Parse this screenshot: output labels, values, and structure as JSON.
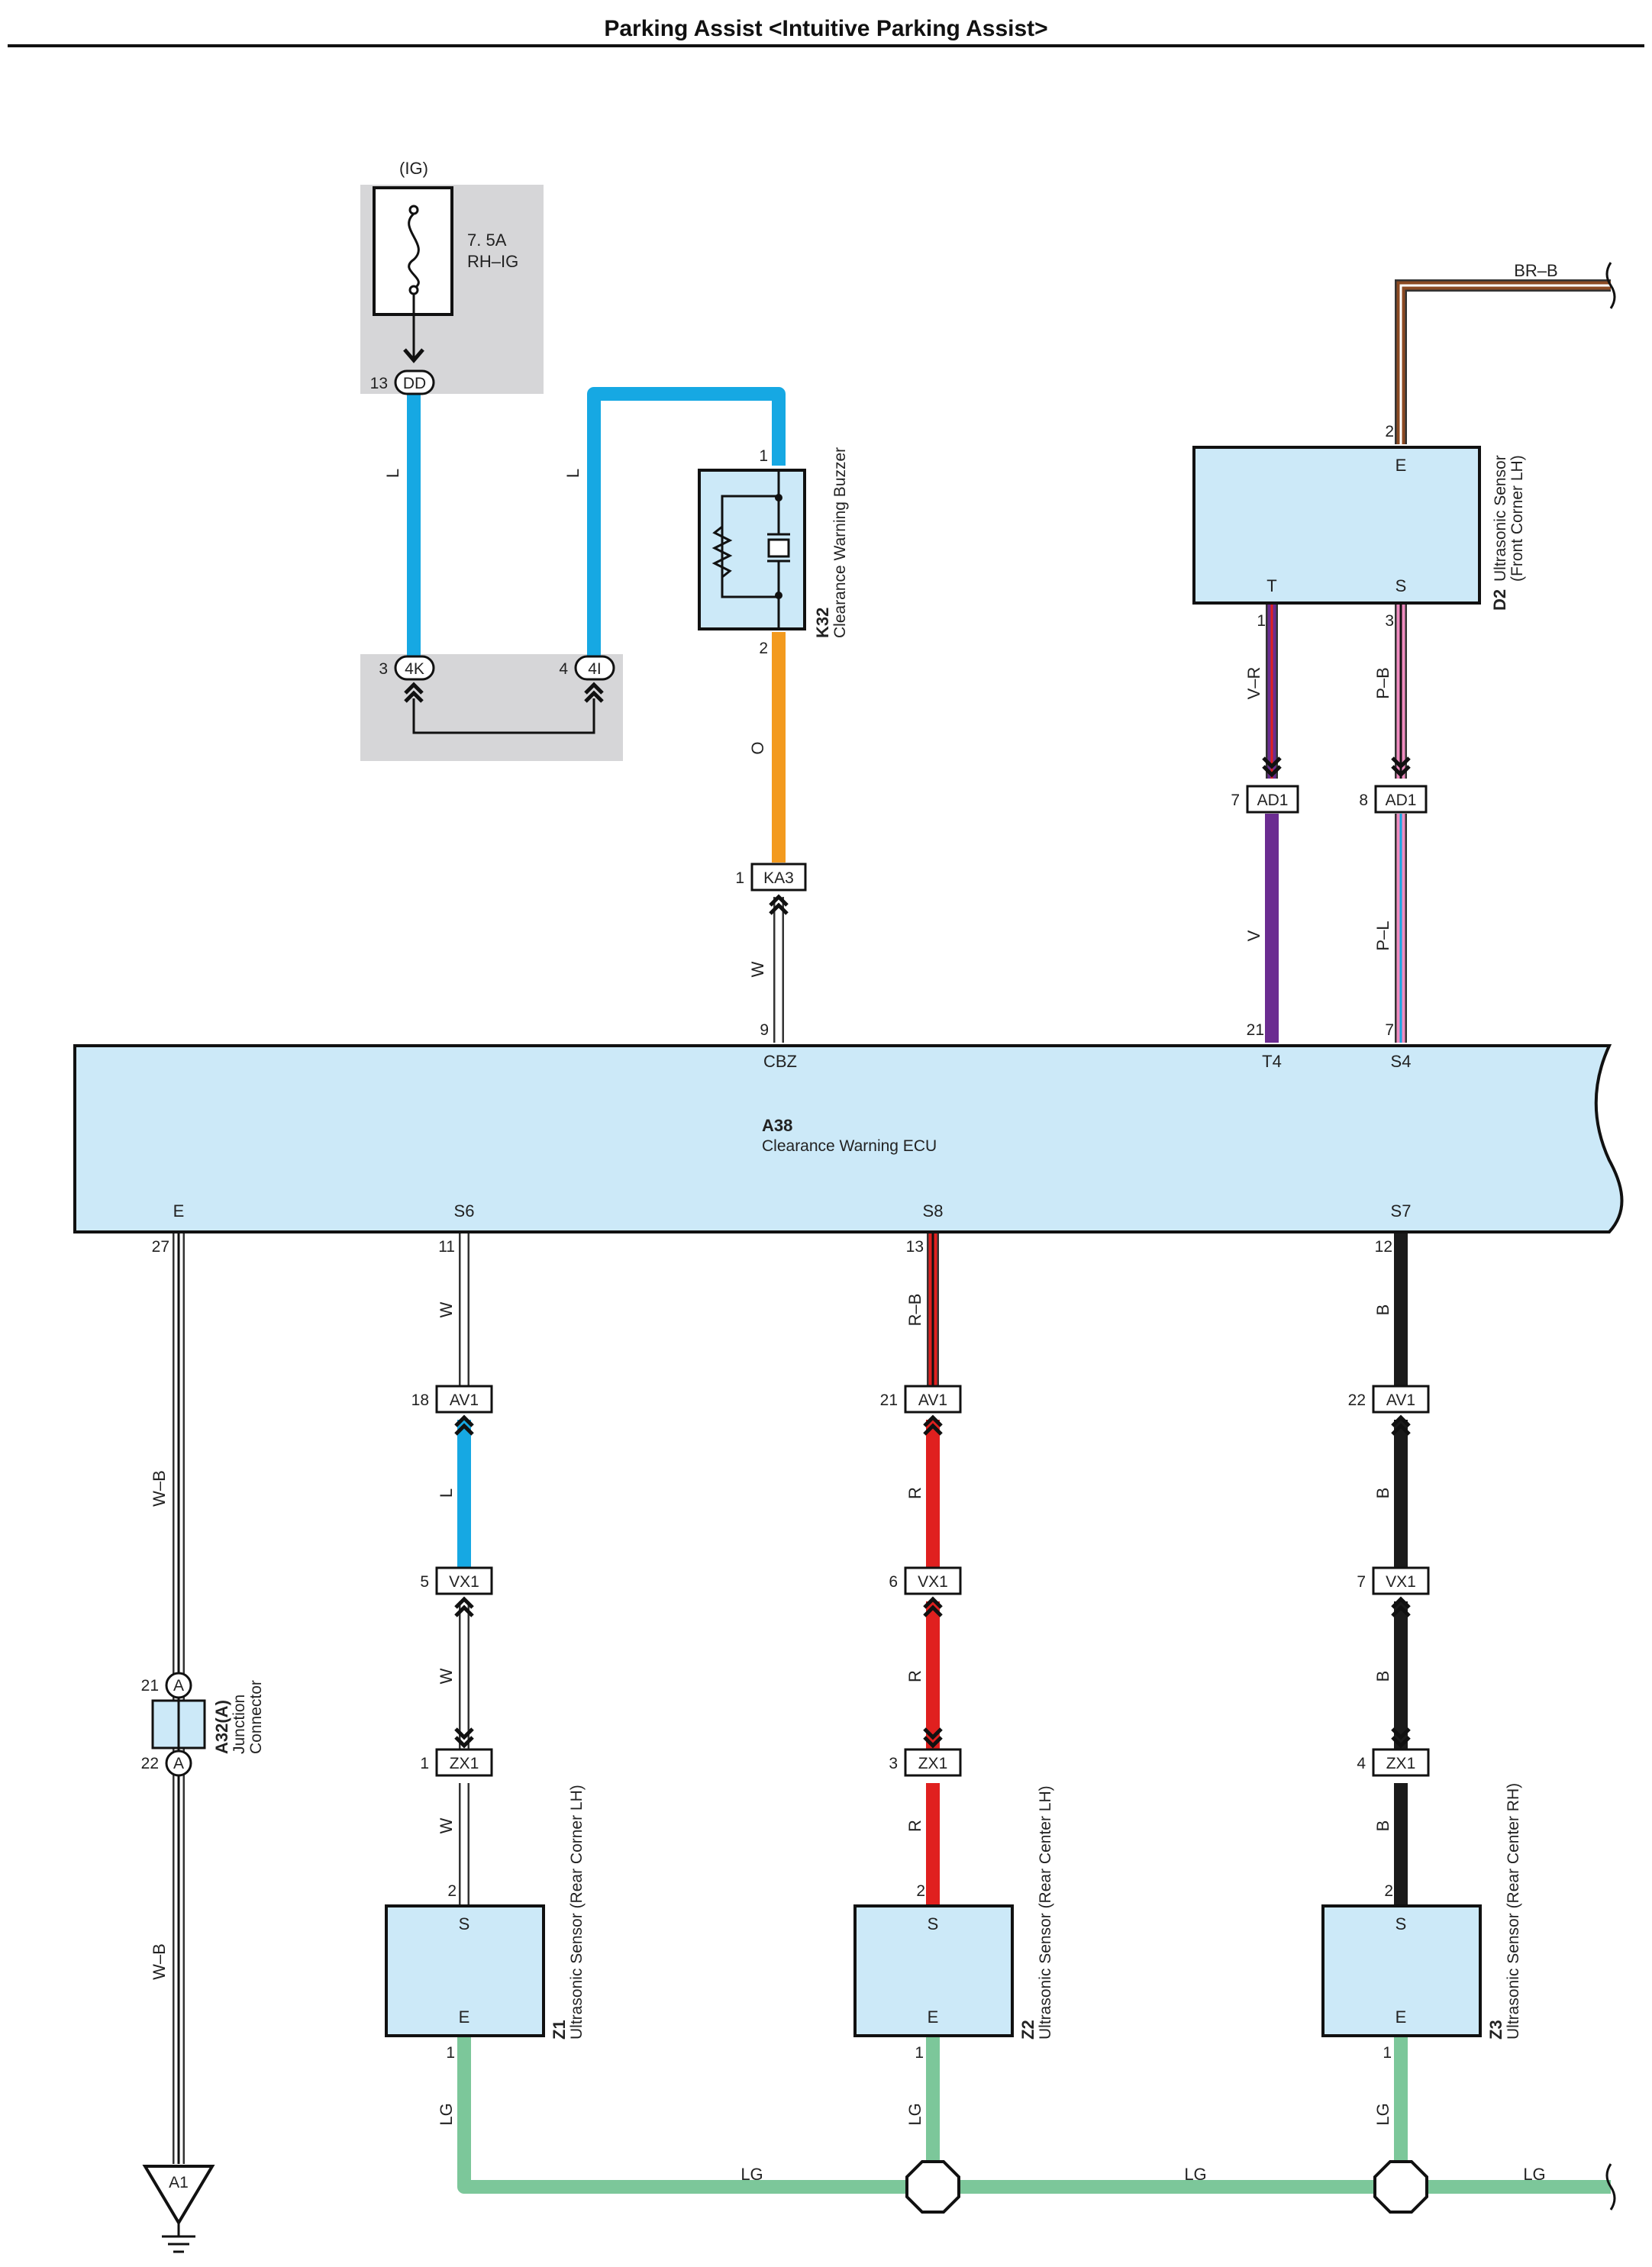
{
  "title": "Parking Assist <Intuitive Parking Assist>",
  "fuse": {
    "supply": "(IG)",
    "rating": "7. 5A",
    "name": "RH–IG"
  },
  "connectors": {
    "dd": {
      "code": "DD",
      "pin": "13"
    },
    "k4": {
      "code": "4K",
      "pin": "3"
    },
    "i4": {
      "code": "4I",
      "pin": "4"
    },
    "ka3": {
      "code": "KA3",
      "pin": "1"
    },
    "ad1_t": {
      "code": "AD1",
      "pin": "7"
    },
    "ad1_s": {
      "code": "AD1",
      "pin": "8"
    },
    "av1_s6": {
      "code": "AV1",
      "pin": "18"
    },
    "vx1_s6": {
      "code": "VX1",
      "pin": "5"
    },
    "zx1_s6": {
      "code": "ZX1",
      "pin": "1"
    },
    "av1_s8": {
      "code": "AV1",
      "pin": "21"
    },
    "vx1_s8": {
      "code": "VX1",
      "pin": "6"
    },
    "zx1_s8": {
      "code": "ZX1",
      "pin": "3"
    },
    "av1_s7": {
      "code": "AV1",
      "pin": "22"
    },
    "vx1_s7": {
      "code": "VX1",
      "pin": "7"
    },
    "zx1_s7": {
      "code": "ZX1",
      "pin": "4"
    },
    "a1": {
      "code": "A1"
    }
  },
  "wires": {
    "l1": "L",
    "l2": "L",
    "o": "O",
    "w_cbz": "W",
    "v_r": "V–R",
    "p_b": "P–B",
    "v": "V",
    "p_l": "P–L",
    "br_b": "BR–B",
    "w_b_upper": "W–B",
    "w_b_lower": "W–B",
    "s6_w1": "W",
    "s6_l": "L",
    "s6_w2": "W",
    "s6_w3": "W",
    "s8_rb": "R–B",
    "s8_r1": "R",
    "s8_r2": "R",
    "s8_r3": "R",
    "s7_b1": "B",
    "s7_b2": "B",
    "s7_b3": "B",
    "s7_b4": "B",
    "lg_z1": "LG",
    "lg_z2": "LG",
    "lg_z3": "LG",
    "lg_h1": "LG",
    "lg_h2": "LG",
    "lg_h3": "LG"
  },
  "buzzer": {
    "code": "K32",
    "name": "Clearance Warning Buzzer",
    "pin1": "1",
    "pin2": "2"
  },
  "d2": {
    "code": "D2",
    "name1": "Ultrasonic Sensor",
    "name2": "(Front Corner LH)",
    "term_e": "E",
    "term_t": "T",
    "term_s": "S",
    "pin_e": "2",
    "pin_t": "1",
    "pin_s": "3"
  },
  "ecu": {
    "code": "A38",
    "name": "Clearance Warning ECU",
    "t_cbz": "CBZ",
    "t_t4": "T4",
    "t_s4": "S4",
    "p_cbz": "9",
    "p_t4": "21",
    "p_s4": "7",
    "t_e": "E",
    "t_s6": "S6",
    "t_s8": "S8",
    "t_s7": "S7",
    "p_e": "27",
    "p_s6": "11",
    "p_s8": "13",
    "p_s7": "12"
  },
  "junction": {
    "code": "A32(A)",
    "name1": "Junction",
    "name2": "Connector",
    "letter_top": "A",
    "letter_bottom": "A",
    "pin_top": "21",
    "pin_bottom": "22"
  },
  "z1": {
    "code": "Z1",
    "name": "Ultrasonic Sensor (Rear Corner LH)",
    "term_s": "S",
    "term_e": "E",
    "pin_s": "2",
    "pin_e": "1"
  },
  "z2": {
    "code": "Z2",
    "name": "Ultrasonic Sensor (Rear Center LH)",
    "term_s": "S",
    "term_e": "E",
    "pin_s": "2",
    "pin_e": "1"
  },
  "z3": {
    "code": "Z3",
    "name": "Ultrasonic Sensor (Rear Center RH)",
    "term_s": "S",
    "term_e": "E",
    "pin_s": "2",
    "pin_e": "1"
  },
  "colors": {
    "L": "#16a8e3",
    "O": "#f39a1e",
    "V": "#6b2c91",
    "R": "#e0201f",
    "B": "#1b1b1b",
    "LG": "#7cc79a",
    "P": "#f08cc0",
    "BR": "#8b4a23",
    "component": "#cce9f8",
    "shade": "#d6d6d8"
  }
}
